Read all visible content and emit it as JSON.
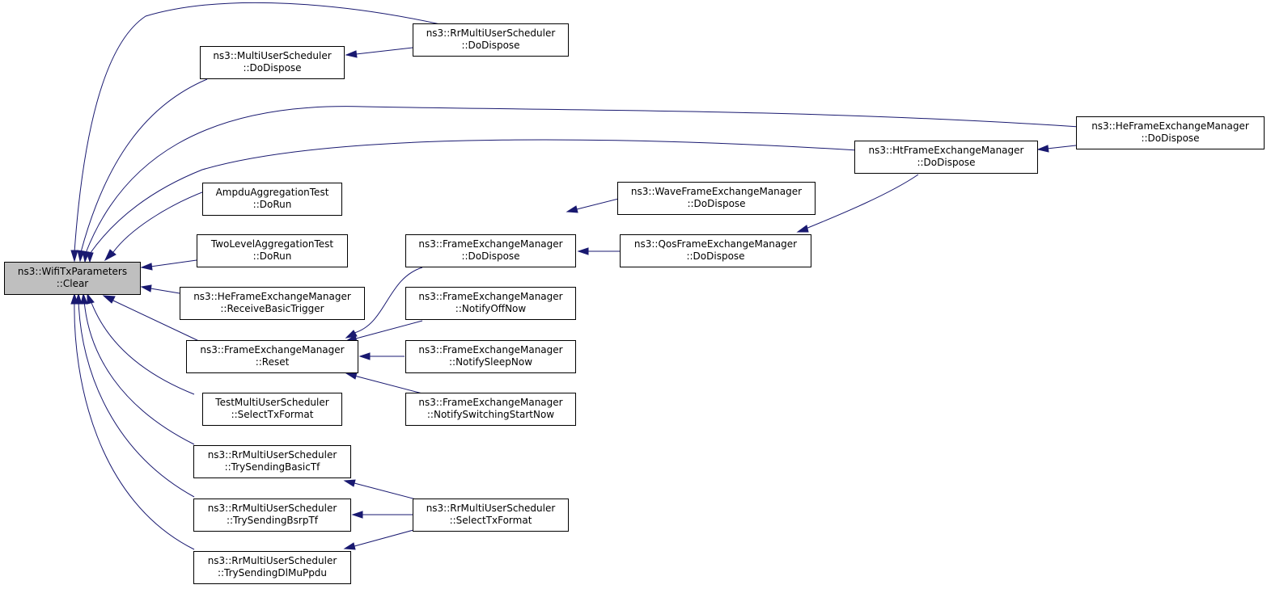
{
  "colors": {
    "edge": "#191970",
    "root_fill": "#bfbfbf",
    "node_fill": "#ffffff",
    "node_border": "#000000"
  },
  "nodes": {
    "wifi_clear": {
      "line1": "ns3::WifiTxParameters",
      "line2": "::Clear"
    },
    "rr_dodispose": {
      "line1": "ns3::RrMultiUserScheduler",
      "line2": "::DoDispose"
    },
    "mu_dodispose": {
      "line1": "ns3::MultiUserScheduler",
      "line2": "::DoDispose"
    },
    "he_dodispose": {
      "line1": "ns3::HeFrameExchangeManager",
      "line2": "::DoDispose"
    },
    "ht_dodispose": {
      "line1": "ns3::HtFrameExchangeManager",
      "line2": "::DoDispose"
    },
    "ampdu_dorun": {
      "line1": "AmpduAggregationTest",
      "line2": "::DoRun"
    },
    "wave_dodispose": {
      "line1": "ns3::WaveFrameExchangeManager",
      "line2": "::DoDispose"
    },
    "twolevel_dorun": {
      "line1": "TwoLevelAggregationTest",
      "line2": "::DoRun"
    },
    "fem_dodispose": {
      "line1": "ns3::FrameExchangeManager",
      "line2": "::DoDispose"
    },
    "qos_dodispose": {
      "line1": "ns3::QosFrameExchangeManager",
      "line2": "::DoDispose"
    },
    "he_receivebasic": {
      "line1": "ns3::HeFrameExchangeManager",
      "line2": "::ReceiveBasicTrigger"
    },
    "fem_notifyoff": {
      "line1": "ns3::FrameExchangeManager",
      "line2": "::NotifyOffNow"
    },
    "fem_reset": {
      "line1": "ns3::FrameExchangeManager",
      "line2": "::Reset"
    },
    "fem_notifysleep": {
      "line1": "ns3::FrameExchangeManager",
      "line2": "::NotifySleepNow"
    },
    "test_selecttx": {
      "line1": "TestMultiUserScheduler",
      "line2": "::SelectTxFormat"
    },
    "fem_notifyswitch": {
      "line1": "ns3::FrameExchangeManager",
      "line2": "::NotifySwitchingStartNow"
    },
    "rr_trybasictf": {
      "line1": "ns3::RrMultiUserScheduler",
      "line2": "::TrySendingBasicTf"
    },
    "rr_selecttx": {
      "line1": "ns3::RrMultiUserScheduler",
      "line2": "::SelectTxFormat"
    },
    "rr_trybsrp": {
      "line1": "ns3::RrMultiUserScheduler",
      "line2": "::TrySendingBsrpTf"
    },
    "rr_trydlmu": {
      "line1": "ns3::RrMultiUserScheduler",
      "line2": "::TrySendingDlMuPpdu"
    }
  }
}
